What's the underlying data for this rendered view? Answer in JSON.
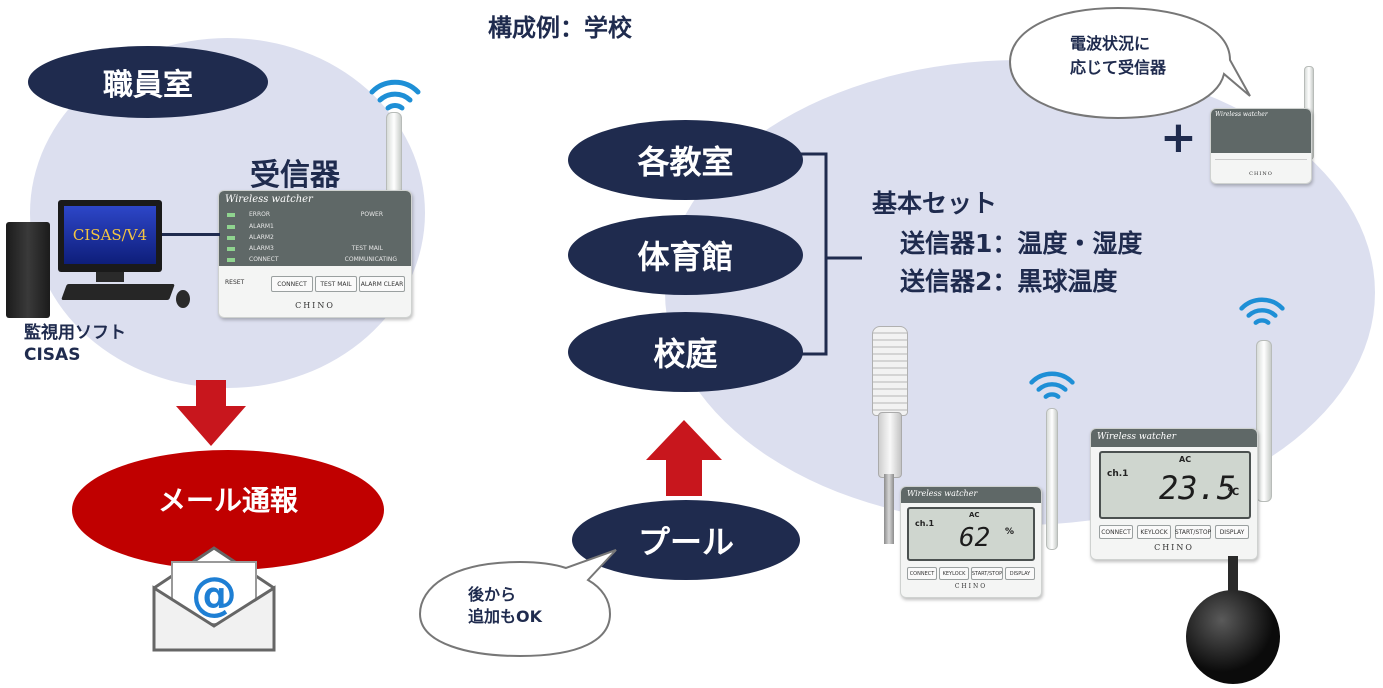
{
  "title": "構成例：学校",
  "left": {
    "room_label": "職員室",
    "receiver_label": "受信器",
    "software_label_line1": "監視用ソフト",
    "software_label_line2": "CISAS",
    "pc_screen_text": "CISAS/V4",
    "mail_label": "メール通報",
    "mail_icon": "envelope-at-icon"
  },
  "middle": {
    "locations": [
      "各教室",
      "体育館",
      "校庭"
    ],
    "pool_label": "プール",
    "callout_line1": "後から",
    "callout_line2": "追加もOK"
  },
  "right": {
    "callout_line1": "電波状況に",
    "callout_line2": "応じて受信器",
    "plus": "+",
    "set_title": "基本セット",
    "set_line1": "送信器1：温度・湿度",
    "set_line2": "送信器2：黒球温度"
  },
  "receiver_device": {
    "brand_title": "Wireless watcher",
    "leds": [
      "ERROR",
      "POWER",
      "ALARM1",
      "ALARM2",
      "ALARM3",
      "TEST MAIL",
      "CONNECT",
      "COMMUNICATING"
    ],
    "reset": "RESET",
    "buttons": [
      "CONNECT",
      "TEST MAIL",
      "ALARM CLEAR"
    ],
    "maker": "CHINO"
  },
  "transmitter1": {
    "brand_title": "Wireless watcher",
    "channel": "ch.1",
    "ac": "AC",
    "value": "62",
    "unit": "%",
    "buttons": [
      "CONNECT",
      "KEYLOCK",
      "START/STOP",
      "DISPLAY"
    ],
    "maker": "CHINO"
  },
  "transmitter2": {
    "brand_title": "Wireless watcher",
    "channel": "ch.1",
    "ac": "AC",
    "value": "23.5",
    "unit": "℃",
    "buttons": [
      "CONNECT",
      "KEYLOCK",
      "START/STOP",
      "DISPLAY"
    ],
    "maker": "CHINO"
  },
  "colors": {
    "navy": "#1f2b4e",
    "lavender": "#dcdfef",
    "red": "#c00000",
    "arrow_red": "#c8161d"
  }
}
